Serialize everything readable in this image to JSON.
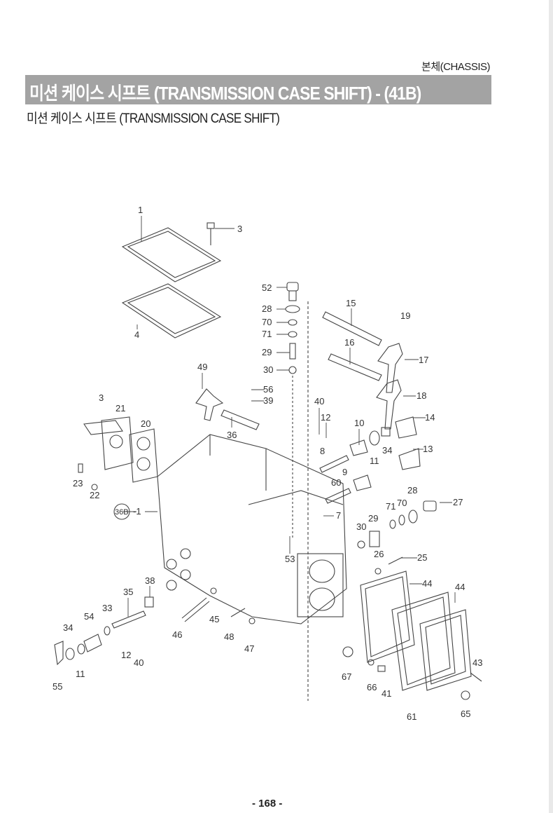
{
  "header": {
    "section": "본체(CHASSIS)",
    "banner_title": "미션 케이스 시프트  (TRANSMISSION CASE SHIFT) - (41B)",
    "subtitle": "미션 케이스 시프트 (TRANSMISSION CASE SHIFT)"
  },
  "callouts": [
    "1",
    "3",
    "52",
    "28",
    "70",
    "71",
    "29",
    "30",
    "15",
    "19",
    "16",
    "17",
    "4",
    "49",
    "56",
    "39",
    "18",
    "3",
    "21",
    "20",
    "40",
    "12",
    "10",
    "14",
    "36",
    "34",
    "13",
    "8",
    "11",
    "9",
    "23",
    "22",
    "60",
    "28",
    "70",
    "71",
    "27",
    "36B",
    "-1",
    "7",
    "30",
    "29",
    "53",
    "26",
    "25",
    "44",
    "44",
    "38",
    "35",
    "33",
    "54",
    "34",
    "45",
    "46",
    "48",
    "47",
    "12",
    "40",
    "11",
    "55",
    "43",
    "67",
    "66",
    "41",
    "61",
    "65"
  ],
  "footer": {
    "page_number": "- 168 -"
  }
}
